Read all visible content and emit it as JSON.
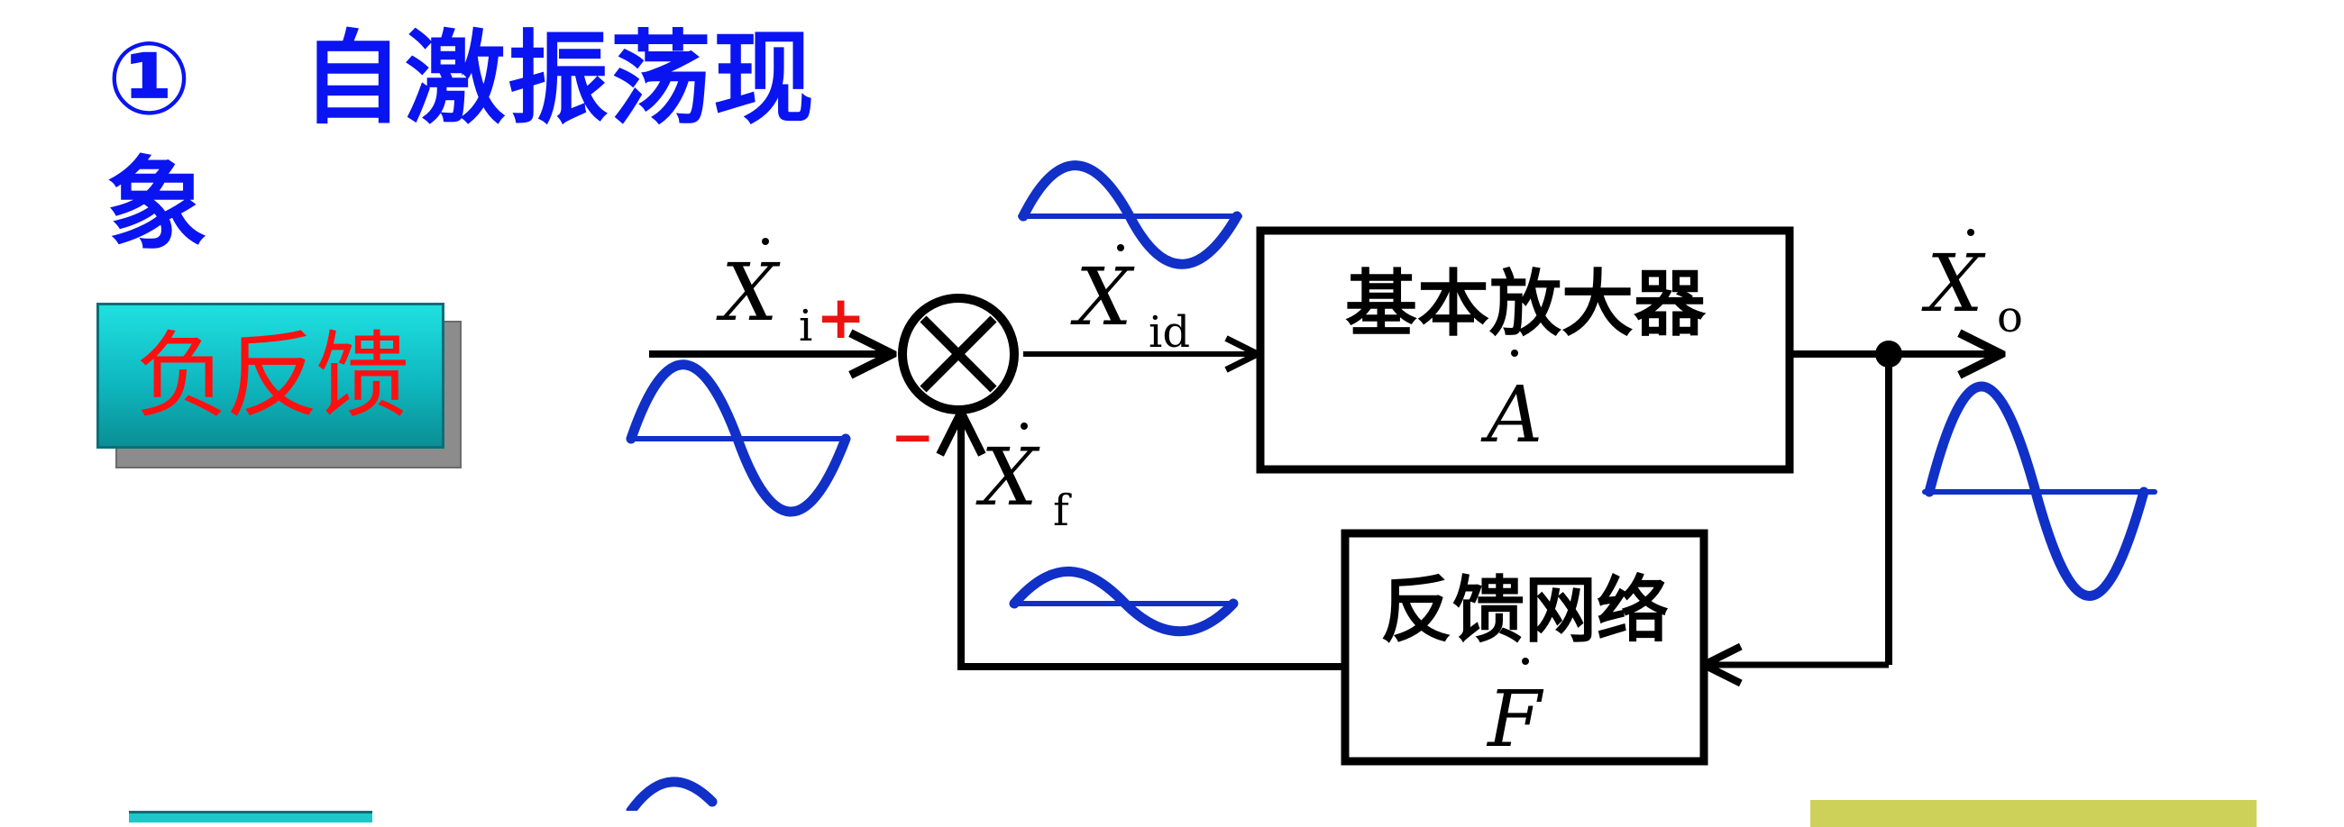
{
  "title": {
    "number": "①",
    "text": "自激振荡现象"
  },
  "badge": {
    "text": "负反馈"
  },
  "diagram": {
    "input_symbol": "X",
    "input_sub": "i",
    "plus_sign": "+",
    "minus_sign": "−",
    "error_symbol": "X",
    "error_sub": "id",
    "feedback_symbol": "X",
    "feedback_sub": "f",
    "output_symbol": "X",
    "output_sub": "o",
    "amplifier_name": "基本放大器",
    "amplifier_symbol": "A",
    "feedback_name": "反馈网络",
    "feedback_net_symbol": "F"
  },
  "colors": {
    "title": "#0a14f0",
    "badge_text": "#ff1010",
    "badge_fill": "#12c8d0",
    "wave": "#1030c8",
    "lines": "#000000",
    "signs": "#ee1111"
  }
}
